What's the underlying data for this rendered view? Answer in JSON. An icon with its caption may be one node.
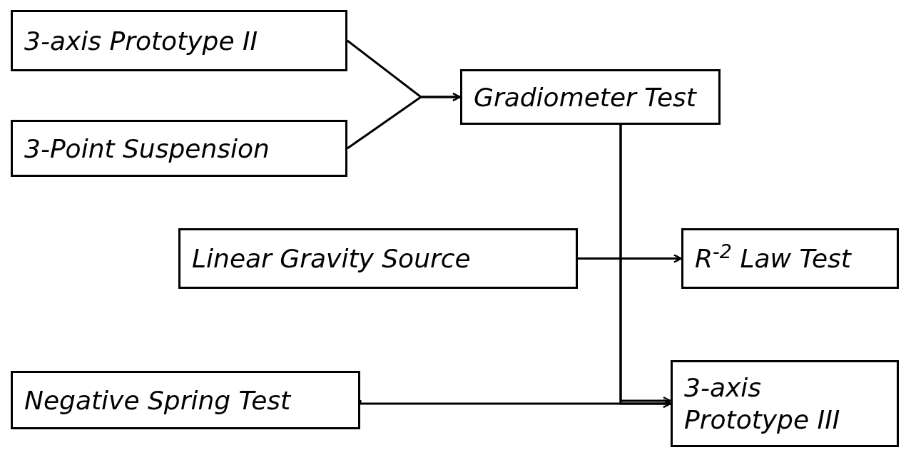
{
  "diagram": {
    "nodes": [
      {
        "text": [
          "3-axis Prototype II"
        ]
      },
      {
        "text": [
          "3-Point Suspension"
        ]
      },
      {
        "text": [
          "Gradiometer Test"
        ]
      },
      {
        "text": [
          "Linear Gravity Source"
        ]
      },
      {
        "text": [
          "R$^{-2}$ Law Test"
        ]
      },
      {
        "text": [
          "Negative Spring Test"
        ]
      },
      {
        "text": [
          "3-axis Prototype III"
        ]
      }
    ],
    "edges": [
      {
        "from": 0,
        "to": 2,
        "arrow": "to"
      },
      {
        "from": 1,
        "to": 2,
        "arrow": "to"
      },
      {
        "from": 2,
        "to": 4,
        "arrow": "to"
      },
      {
        "from": 3,
        "to": 4,
        "arrow": "to"
      },
      {
        "from": 2,
        "to": 6,
        "arrow": "to"
      },
      {
        "from": 3,
        "to": 6,
        "arrow": "to"
      },
      {
        "from": 5,
        "to": 6,
        "arrow": "to"
      }
    ]
  }
}
